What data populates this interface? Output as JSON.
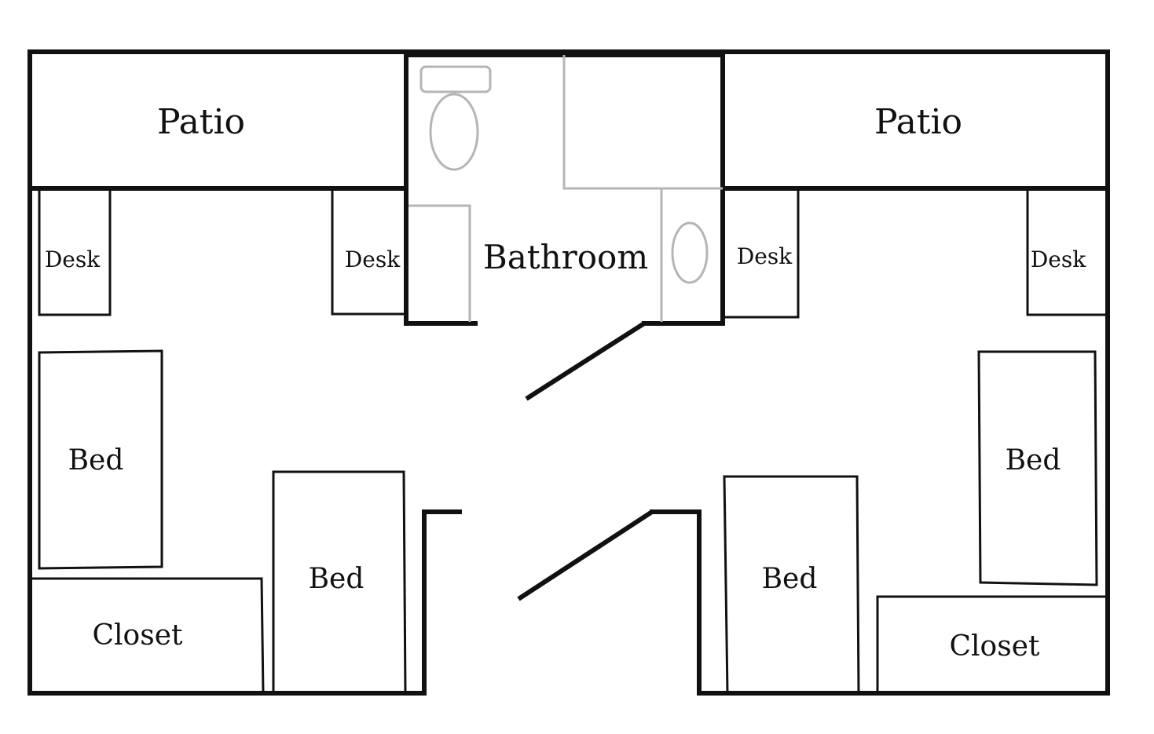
{
  "labels": {
    "patio_left": "Patio",
    "patio_right": "Patio",
    "bathroom": "Bathroom",
    "desk_left_outer": "Desk",
    "desk_left_inner": "Desk",
    "desk_right_inner": "Desk",
    "desk_right_outer": "Desk",
    "bed_left_outer": "Bed",
    "bed_left_inner": "Bed",
    "bed_right_inner": "Bed",
    "bed_right_outer": "Bed",
    "closet_left": "Closet",
    "closet_right": "Closet"
  }
}
